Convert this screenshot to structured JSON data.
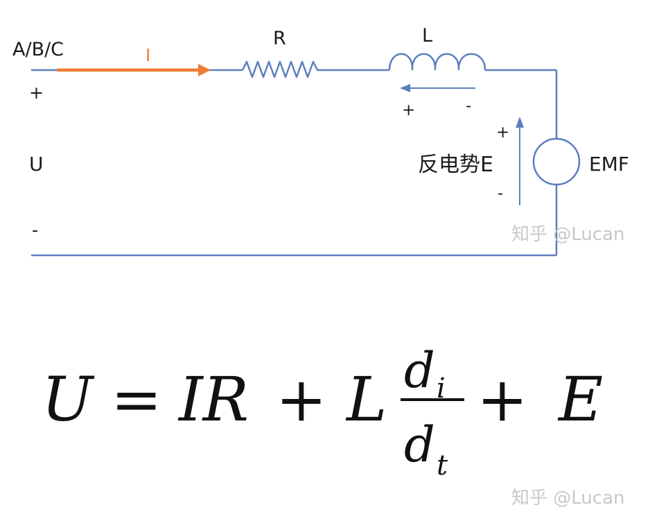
{
  "circuit": {
    "node_label": "A/B/C",
    "current_label": "I",
    "resistor_label": "R",
    "inductor_label": "L",
    "plus_top": "+",
    "voltage_label": "U",
    "minus_bottom": "-",
    "inductor_plus": "+",
    "inductor_minus": "-",
    "emf_plus": "+",
    "emf_minus": "-",
    "back_emf_label": "反电势E",
    "emf_label": "EMF"
  },
  "equation": {
    "lhs": "U",
    "eq": "=",
    "term1": "IR",
    "plus1": "+",
    "l": "L",
    "num_d": "d",
    "num_sub": "i",
    "den_d": "d",
    "den_sub": "t",
    "plus2": "+",
    "e": "E"
  },
  "watermarks": {
    "top": "知乎 @Lucan",
    "bottom": "知乎 @Lucan"
  },
  "colors": {
    "wire": "#5b7fbd",
    "current_arrow": "#ed7d31",
    "text": "#1a1a1a"
  }
}
